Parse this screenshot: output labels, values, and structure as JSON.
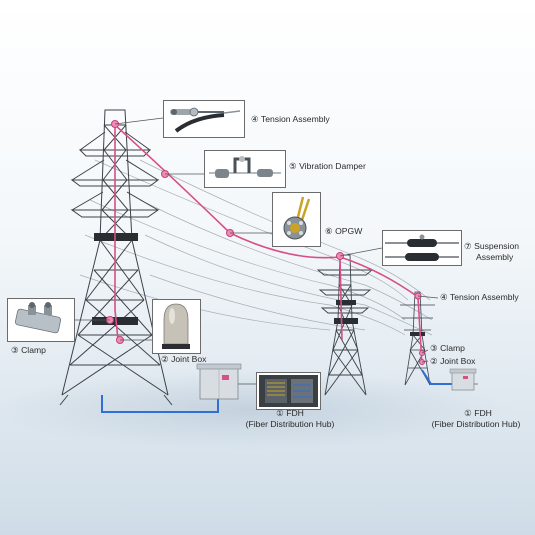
{
  "colors": {
    "background_top": "#ffffff",
    "background_bottom": "#d4e0ea",
    "tower_steel": "#3c4248",
    "tower_band": "#2a2e33",
    "opgw_line": "#d64f86",
    "fiber_cable": "#2f6fd6",
    "node_fill": "#f08bb5",
    "label_text": "#2b2b2b",
    "callout_line": "#555555"
  },
  "labels": {
    "tension_assembly_top": "④ Tension Assembly",
    "vibration_damper": "⑤ Vibration Damper",
    "opgw": "⑥ OPGW",
    "suspension_assembly": [
      "⑦ Suspension",
      "Assembly"
    ],
    "tension_assembly_right": "④ Tension Assembly",
    "clamp_left": "③ Clamp",
    "joint_box_left": "② Joint Box",
    "fdh_left": [
      "① FDH",
      "(Fiber Distribution Hub)"
    ],
    "clamp_right": "③ Clamp",
    "joint_box_right": "② Joint Box",
    "fdh_right": [
      "① FDH",
      "(Fiber Distribution Hub)"
    ]
  },
  "icons": {
    "tension_thumb": "tension-assembly-icon",
    "damper_thumb": "vibration-damper-icon",
    "opgw_thumb": "opgw-cable-icon",
    "suspension_thumb": "suspension-assembly-icon",
    "clamp_thumb": "clamp-icon",
    "jointbox_thumb": "joint-box-icon",
    "fdh_thumb": "fdh-cabinet-icon"
  }
}
